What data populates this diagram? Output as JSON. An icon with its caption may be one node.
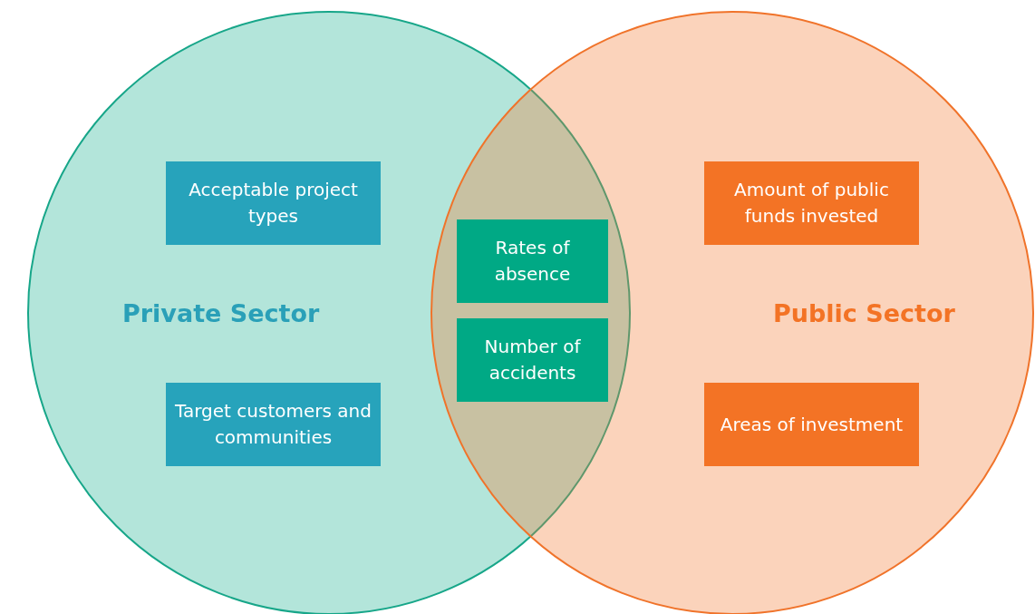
{
  "diagram": {
    "nodes": [
      {
        "text": [
          "Private Sector"
        ]
      },
      {
        "text": [
          "Acceptable project types"
        ],
        "in": 0
      },
      {
        "text": [
          "Target customers and communities"
        ],
        "in": 0
      },
      {
        "text": [
          "Rates of absence"
        ]
      },
      {
        "text": [
          "Number of accidents"
        ]
      },
      {
        "text": [
          "Public Sector"
        ]
      },
      {
        "text": [
          "Amount of public funds invested"
        ],
        "in": 5
      },
      {
        "text": [
          "Areas of investment"
        ],
        "in": 5
      }
    ]
  }
}
